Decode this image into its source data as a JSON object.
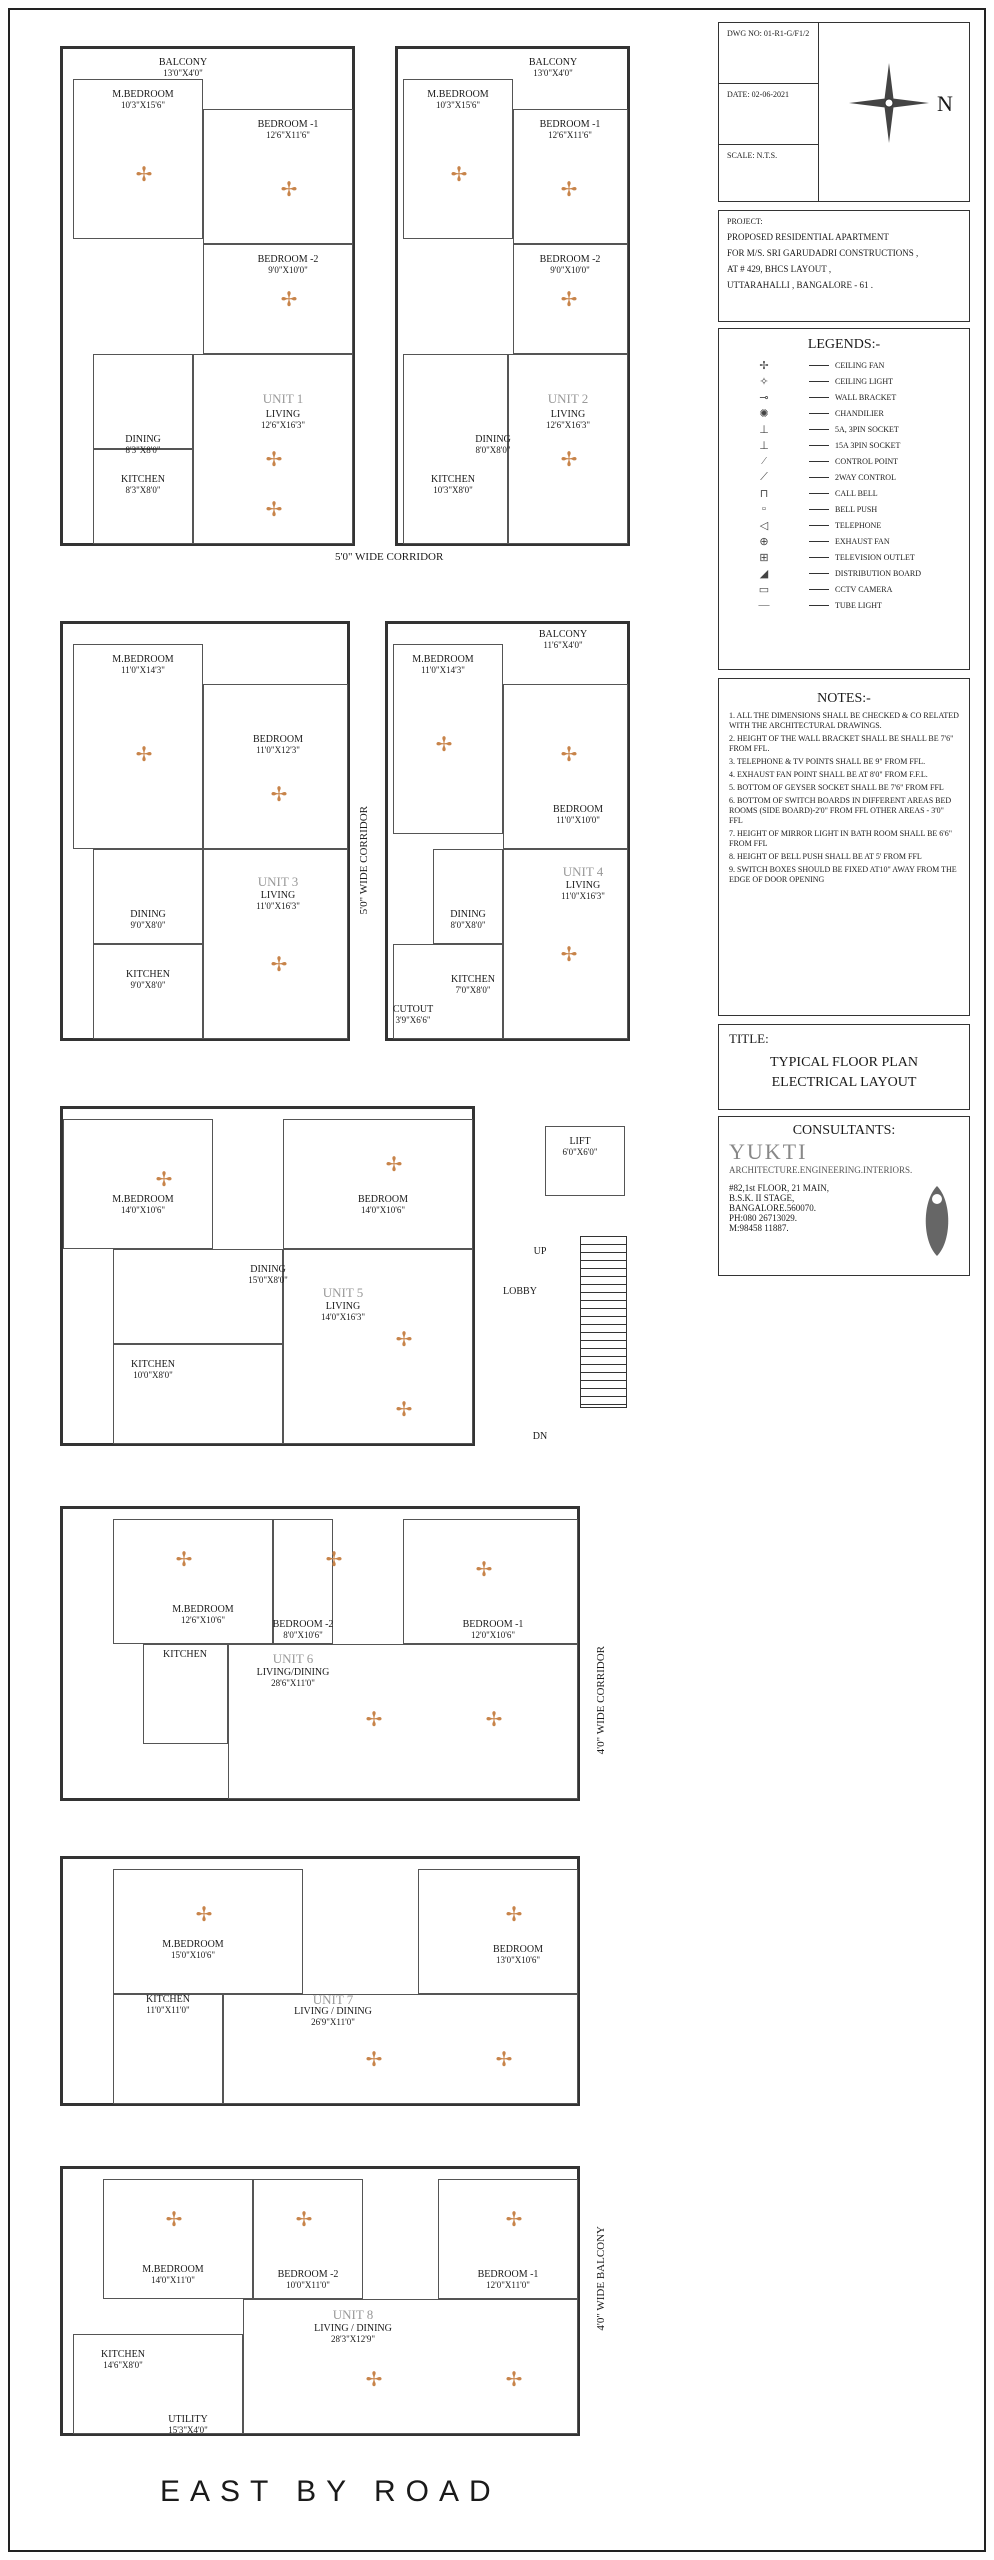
{
  "drawing": {
    "dwg_no_label": "DWG NO:",
    "dwg_no": "01-R1-G/F1/2",
    "date_label": "DATE:",
    "date": "02-06-2021",
    "scale_label": "SCALE:",
    "scale": "N.T.S.",
    "north": "N"
  },
  "project": {
    "label": "PROJECT:",
    "line1": "PROPOSED RESIDENTIAL APARTMENT",
    "line2": "FOR M/S. SRI GARUDADRI CONSTRUCTIONS ,",
    "line3": "AT # 429, BHCS LAYOUT ,",
    "line4": "UTTARAHALLI , BANGALORE - 61 ."
  },
  "legends": {
    "title": "LEGENDS:-",
    "items": [
      {
        "sym": "✢",
        "label": "CEILING FAN"
      },
      {
        "sym": "✧",
        "label": "CEILING LIGHT"
      },
      {
        "sym": "⊸",
        "label": "WALL BRACKET"
      },
      {
        "sym": "✺",
        "label": "CHANDILIER"
      },
      {
        "sym": "⊥",
        "label": "5A, 3PIN SOCKET"
      },
      {
        "sym": "⊥",
        "label": "15A 3PIN SOCKET"
      },
      {
        "sym": "⁄",
        "label": "CONTROL POINT"
      },
      {
        "sym": "⟋",
        "label": "2WAY CONTROL"
      },
      {
        "sym": "⊓",
        "label": "CALL BELL"
      },
      {
        "sym": "▫",
        "label": "BELL PUSH"
      },
      {
        "sym": "◁",
        "label": "TELEPHONE"
      },
      {
        "sym": "⊕",
        "label": "EXHAUST FAN"
      },
      {
        "sym": "⊞",
        "label": "TELEVISION OUTLET"
      },
      {
        "sym": "◢",
        "label": "DISTRIBUTION BOARD"
      },
      {
        "sym": "▭",
        "label": "CCTV CAMERA"
      },
      {
        "sym": "—",
        "label": "TUBE LIGHT"
      }
    ]
  },
  "notes": {
    "title": "NOTES:-",
    "items": [
      "1. ALL THE DIMENSIONS SHALL BE CHECKED & CO RELATED WITH THE ARCHITECTURAL DRAWINGS.",
      "2. HEIGHT OF THE WALL BRACKET SHALL BE SHALL BE 7'6\" FROM FFL.",
      "3. TELEPHONE & TV POINTS SHALL BE 9\" FROM FFL.",
      "4. EXHAUST FAN POINT SHALL BE AT 8'0\" FROM F.F.L.",
      "5. BOTTOM OF GEYSER SOCKET SHALL BE 7'6\" FROM FFL",
      "6. BOTTOM OF SWITCH BOARDS IN DIFFERENT AREAS BED ROOMS (SIDE BOARD)-2'0\" FROM FFL OTHER AREAS - 3'0\" FFL",
      "7. HEIGHT OF MIRROR LIGHT IN BATH ROOM SHALL BE 6'6\" FROM FFL",
      "8. HEIGHT OF BELL PUSH SHALL BE AT 5' FROM FFL",
      "9. SWITCH BOXES SHOULD BE FIXED AT10\" AWAY FROM THE EDGE OF DOOR OPENING"
    ]
  },
  "title_block": {
    "label": "TITLE:",
    "line1": "TYPICAL FLOOR PLAN",
    "line2": "ELECTRICAL LAYOUT"
  },
  "consultants": {
    "label": "CONSULTANTS:",
    "name": "YUKTI",
    "tagline": "ARCHITECTURE.ENGINEERING.INTERIORS.",
    "addr1": "#82,1st FLOOR, 21 MAIN,",
    "addr2": "B.S.K. II STAGE,",
    "addr3": "BANGALORE.560070.",
    "ph": "PH:080 26713029.",
    "mobile": "M:98458 11887."
  },
  "plan": {
    "road": "EAST BY ROAD",
    "corridor_h": "5'0\" WIDE CORRIDOR",
    "corridor_v": "5'0\" WIDE CORRIDOR",
    "corridor_4": "4'0\" WIDE CORRIDOR",
    "balcony_4": "4'0\" WIDE BALCONY",
    "lift": "LIFT",
    "lift_dim": "6'0\"X6'0\"",
    "lobby": "LOBBY",
    "up": "UP",
    "dn": "DN",
    "units": [
      {
        "name": "UNIT 1",
        "rooms": [
          {
            "n": "M.BEDROOM",
            "d": "10'3\"X15'6\""
          },
          {
            "n": "BEDROOM -1",
            "d": "12'6\"X11'6\""
          },
          {
            "n": "BEDROOM -2",
            "d": "9'0\"X10'0\""
          },
          {
            "n": "LIVING",
            "d": "12'6\"X16'3\""
          },
          {
            "n": "DINING",
            "d": "8'3\"X8'0\""
          },
          {
            "n": "KITCHEN",
            "d": "8'3\"X8'0\""
          },
          {
            "n": "BALCONY",
            "d": "13'0\"X4'0\""
          }
        ]
      },
      {
        "name": "UNIT 2",
        "rooms": [
          {
            "n": "M.BEDROOM",
            "d": "10'3\"X15'6\""
          },
          {
            "n": "BEDROOM -1",
            "d": "12'6\"X11'6\""
          },
          {
            "n": "BEDROOM -2",
            "d": "9'0\"X10'0\""
          },
          {
            "n": "LIVING",
            "d": "12'6\"X16'3\""
          },
          {
            "n": "DINING",
            "d": "8'0\"X8'0\""
          },
          {
            "n": "KITCHEN",
            "d": "10'3\"X8'0\""
          },
          {
            "n": "BALCONY",
            "d": "13'0\"X4'0\""
          }
        ]
      },
      {
        "name": "UNIT 3",
        "rooms": [
          {
            "n": "M.BEDROOM",
            "d": "11'0\"X14'3\""
          },
          {
            "n": "BEDROOM",
            "d": "11'0\"X12'3\""
          },
          {
            "n": "LIVING",
            "d": "11'0\"X16'3\""
          },
          {
            "n": "DINING",
            "d": "9'0\"X8'0\""
          },
          {
            "n": "KITCHEN",
            "d": "9'0\"X8'0\""
          }
        ]
      },
      {
        "name": "UNIT 4",
        "rooms": [
          {
            "n": "M.BEDROOM",
            "d": "11'0\"X14'3\""
          },
          {
            "n": "BEDROOM",
            "d": "11'0\"X10'0\""
          },
          {
            "n": "LIVING",
            "d": "11'0\"X16'3\""
          },
          {
            "n": "DINING",
            "d": "8'0\"X8'0\""
          },
          {
            "n": "KITCHEN",
            "d": "7'0\"X8'0\""
          },
          {
            "n": "CUTOUT",
            "d": "3'9\"X6'6\""
          },
          {
            "n": "BALCONY",
            "d": "11'6\"X4'0\""
          }
        ]
      },
      {
        "name": "UNIT 5",
        "rooms": [
          {
            "n": "M.BEDROOM",
            "d": "14'0\"X10'6\""
          },
          {
            "n": "BEDROOM",
            "d": "14'0\"X10'6\""
          },
          {
            "n": "DINING",
            "d": "15'0\"X8'0\""
          },
          {
            "n": "LIVING",
            "d": "14'0\"X16'3\""
          },
          {
            "n": "KITCHEN",
            "d": "10'0\"X8'0\""
          }
        ]
      },
      {
        "name": "UNIT 6",
        "rooms": [
          {
            "n": "M.BEDROOM",
            "d": "12'6\"X10'6\""
          },
          {
            "n": "BEDROOM -1",
            "d": "12'0\"X10'6\""
          },
          {
            "n": "BEDROOM -2",
            "d": "8'0\"X10'6\""
          },
          {
            "n": "LIVING/DINING",
            "d": "28'6\"X11'0\""
          },
          {
            "n": "KITCHEN",
            "d": ""
          }
        ]
      },
      {
        "name": "UNIT 7",
        "rooms": [
          {
            "n": "M.BEDROOM",
            "d": "15'0\"X10'6\""
          },
          {
            "n": "BEDROOM",
            "d": "13'0\"X10'6\""
          },
          {
            "n": "KITCHEN",
            "d": "11'0\"X11'0\""
          },
          {
            "n": "LIVING / DINING",
            "d": "26'9\"X11'0\""
          }
        ]
      },
      {
        "name": "UNIT 8",
        "rooms": [
          {
            "n": "M.BEDROOM",
            "d": "14'0\"X11'0\""
          },
          {
            "n": "BEDROOM -2",
            "d": "10'0\"X11'0\""
          },
          {
            "n": "BEDROOM -1",
            "d": "12'0\"X11'0\""
          },
          {
            "n": "LIVING / DINING",
            "d": "28'3\"X12'9\""
          },
          {
            "n": "KITCHEN",
            "d": "14'6\"X8'0\""
          },
          {
            "n": "UTILITY",
            "d": "15'3\"X4'0\""
          }
        ]
      }
    ]
  }
}
